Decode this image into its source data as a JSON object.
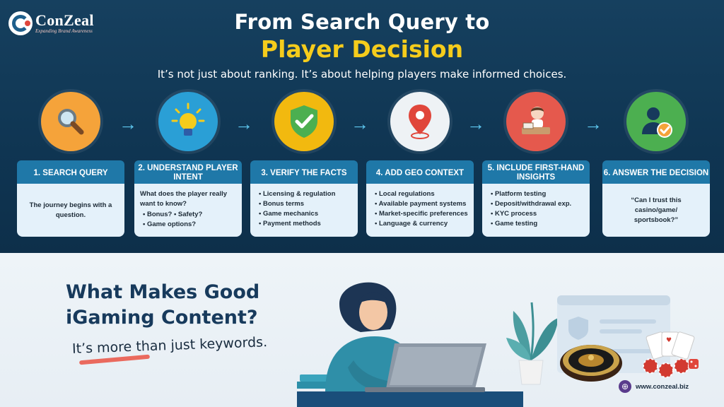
{
  "brand": {
    "name": "ConZeal",
    "tagline": "Expanding Brand Awareness",
    "website": "www.conzeal.biz"
  },
  "hero": {
    "title_line1": "From Search Query to",
    "title_line2": "Player Decision",
    "subtitle": "It’s not just about ranking. It’s about helping players make informed choices."
  },
  "steps": [
    {
      "header": "1. SEARCH QUERY",
      "icon": "magnifier-icon",
      "color": "#f5a33a",
      "text": "The journey begins with a question.",
      "bullets": []
    },
    {
      "header": "2. UNDERSTAND PLAYER INTENT",
      "icon": "lightbulb-icon",
      "color": "#2a9fd6",
      "text": "What does the player really want to know?",
      "bullets": [
        "Bonus? • Safety?",
        "Game options?"
      ]
    },
    {
      "header": "3. VERIFY THE FACTS",
      "icon": "shield-check-icon",
      "color": "#f2b90f",
      "text": "",
      "bullets": [
        "Licensing & regulation",
        "Bonus terms",
        "Game mechanics",
        "Payment methods"
      ]
    },
    {
      "header": "4. ADD GEO CONTEXT",
      "icon": "location-pin-icon",
      "color": "#eef2f5",
      "text": "",
      "bullets": [
        "Local regulations",
        "Available payment systems",
        "Market-specific preferences",
        "Language & currency"
      ]
    },
    {
      "header": "5. INCLUDE FIRST-HAND INSIGHTS",
      "icon": "reviewer-icon",
      "color": "#e5594d",
      "text": "",
      "bullets": [
        "Platform testing",
        "Deposit/withdrawal exp.",
        "KYC process",
        "Game testing"
      ]
    },
    {
      "header": "6. ANSWER THE DECISION",
      "icon": "user-check-icon",
      "color": "#4caf50",
      "text": "“Can I trust this casino/game/ sportsbook?”",
      "bullets": []
    }
  ],
  "bottom": {
    "heading_line1": "What Makes Good",
    "heading_line2": "iGaming Content?",
    "tagline": "It’s more than just keywords."
  }
}
